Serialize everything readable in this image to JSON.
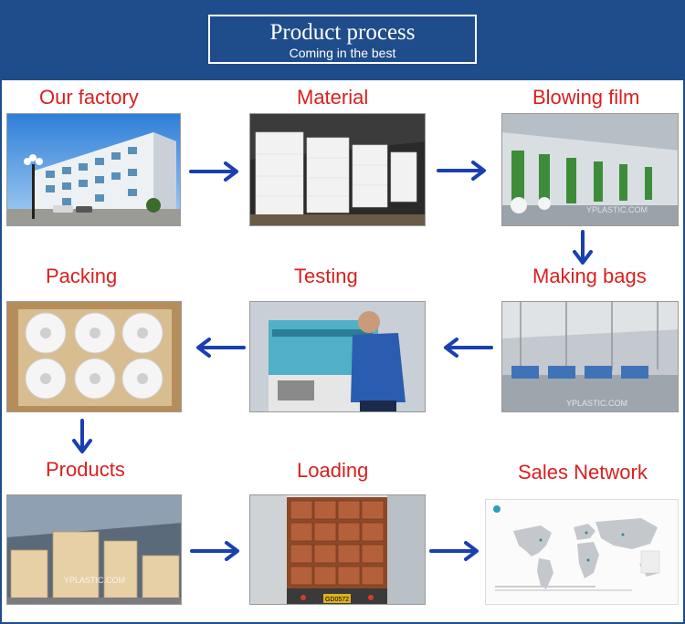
{
  "header": {
    "title": "Product process",
    "subtitle": "Coming in the best"
  },
  "steps": [
    {
      "label": "Our factory"
    },
    {
      "label": "Material"
    },
    {
      "label": "Blowing film"
    },
    {
      "label": "Packing"
    },
    {
      "label": "Testing"
    },
    {
      "label": "Making bags"
    },
    {
      "label": "Products"
    },
    {
      "label": "Loading"
    },
    {
      "label": "Sales Network"
    }
  ],
  "watermark": "YPLASTIC.COM",
  "truck_plate": "GD0572",
  "colors": {
    "banner": "#1f4d8c",
    "label": "#d9201f",
    "arrow": "#1a3fb0"
  }
}
